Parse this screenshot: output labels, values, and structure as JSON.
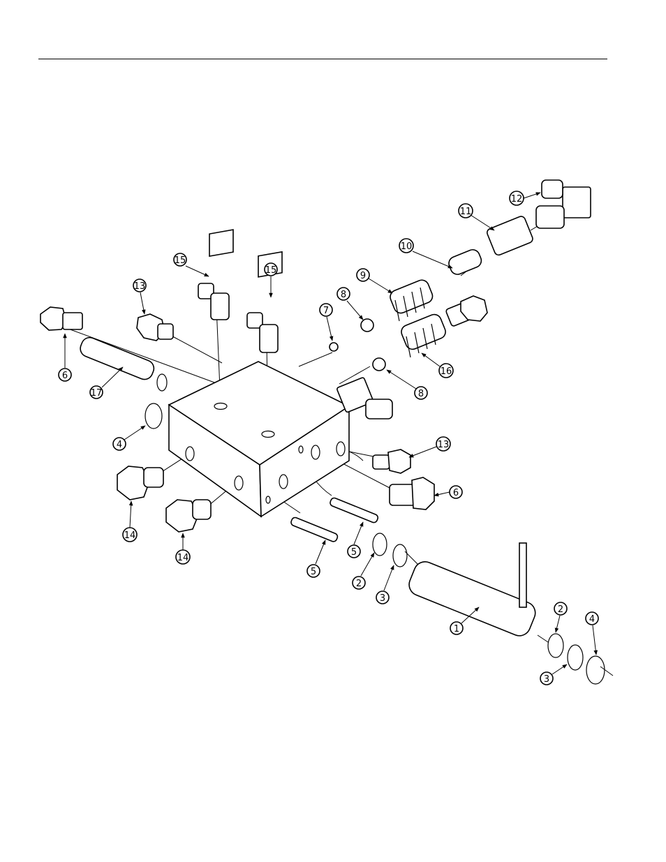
{
  "callouts": {
    "c6a": "6",
    "c17": "17",
    "c13a": "13",
    "c15a": "15",
    "c15b": "15",
    "c7": "7",
    "c8a": "8",
    "c9": "9",
    "c10": "10",
    "c11": "11",
    "c12": "12",
    "c16": "16",
    "c8b": "8",
    "c4a": "4",
    "c13b": "13",
    "c6b": "6",
    "c14a": "14",
    "c14b": "14",
    "c5a": "5",
    "c5b": "5",
    "c2a": "2",
    "c3a": "3",
    "c1": "1",
    "c2b": "2",
    "c3b": "3",
    "c4b": "4"
  }
}
